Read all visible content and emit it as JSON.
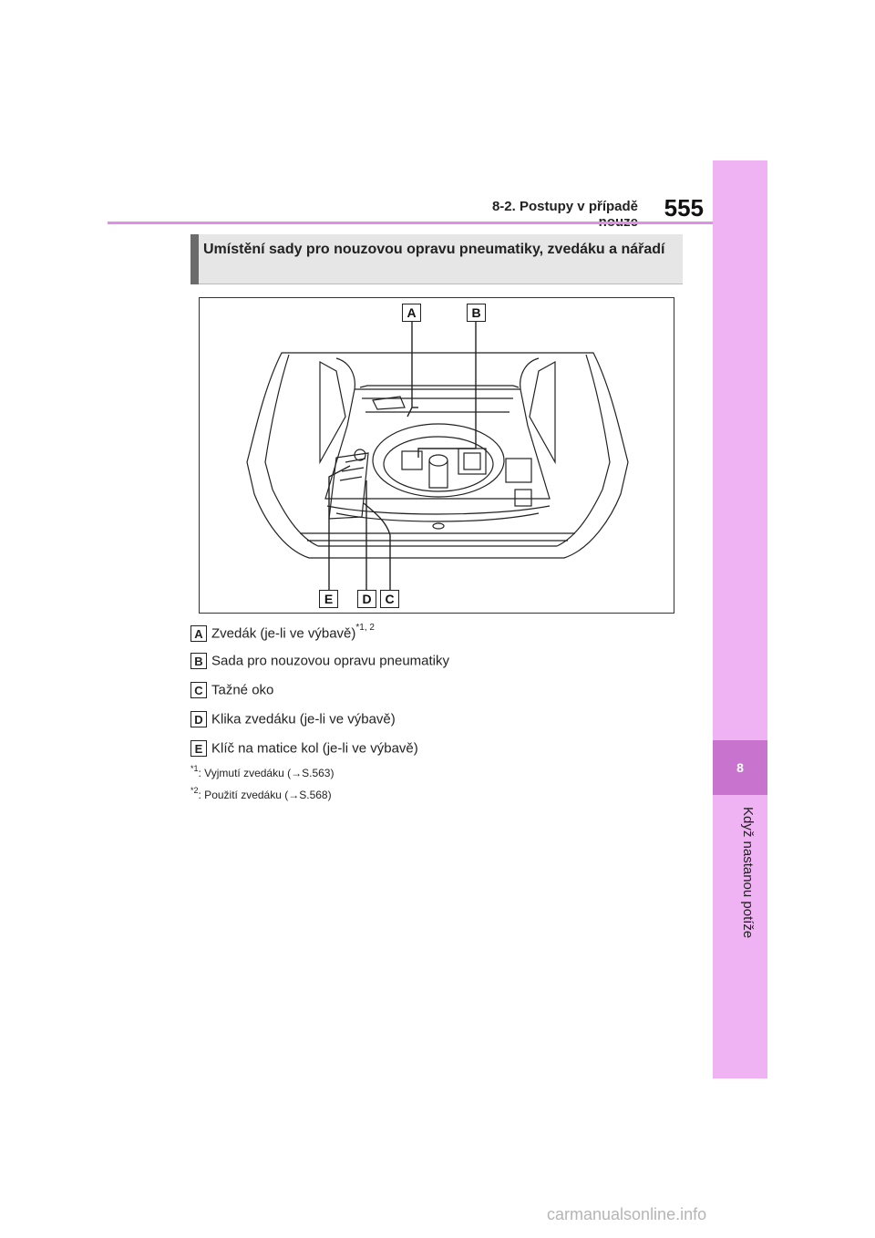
{
  "header": {
    "section": "8-2. Postupy v případě nouze",
    "page_number": "555"
  },
  "side_tab": {
    "chapter_number": "8",
    "chapter_title": "Když nastanou potíže"
  },
  "title": "Umístění sady pro nouzovou opravu pneumatiky, zvedáku a nářadí",
  "figure": {
    "callouts": [
      "A",
      "B",
      "E",
      "D",
      "C"
    ]
  },
  "legend": [
    {
      "key": "A",
      "text": "Zvedák (je-li ve výbavě)",
      "sup": "*1, 2"
    },
    {
      "key": "B",
      "text": "Sada pro nouzovou opravu pneumatiky",
      "sup": ""
    },
    {
      "key": "C",
      "text": "Tažné oko",
      "sup": ""
    },
    {
      "key": "D",
      "text": "Klika zvedáku (je-li ve výbavě)",
      "sup": ""
    },
    {
      "key": "E",
      "text": "Klíč na matice kol (je-li ve výbavě)",
      "sup": ""
    }
  ],
  "footnotes": [
    {
      "mark": "*1",
      "text": ": Vyjmutí zvedáku (→S.563)"
    },
    {
      "mark": "*2",
      "text": ": Použití zvedáku (→S.568)"
    }
  ],
  "watermark": "carmanualsonline.info"
}
